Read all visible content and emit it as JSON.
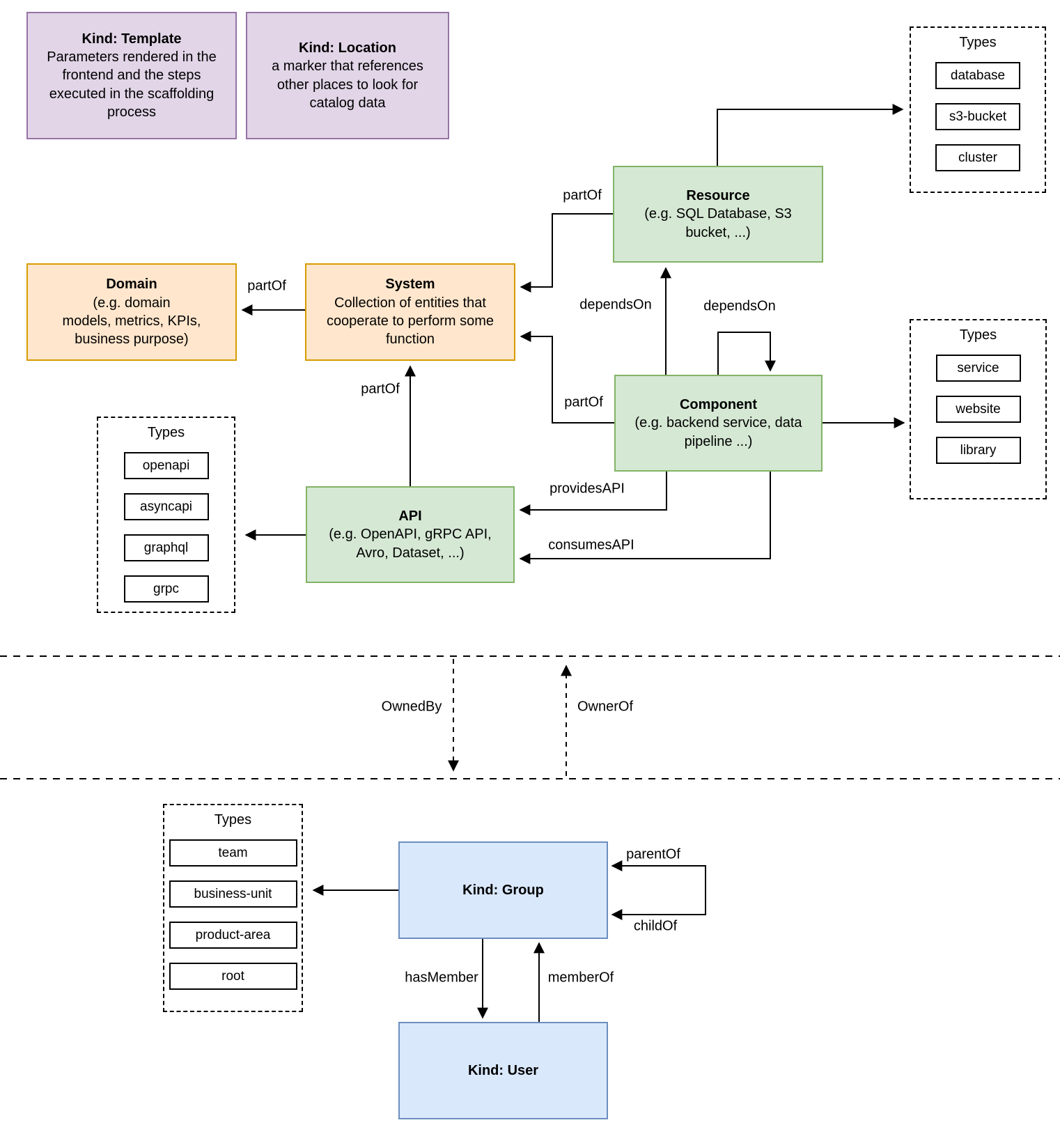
{
  "diagram": {
    "nodes": {
      "template": {
        "title": "Kind: Template",
        "lines": [
          "Parameters rendered in the",
          "frontend and the steps",
          "executed in  the scaffolding",
          "process"
        ]
      },
      "location": {
        "title": "Kind: Location",
        "lines": [
          "a marker that references",
          "other places to look for",
          "catalog data"
        ]
      },
      "resource": {
        "title": "Resource",
        "lines": [
          "(e.g. SQL Database, S3",
          "bucket, ...)"
        ]
      },
      "domain": {
        "title": "Domain",
        "lines": [
          "(e.g.  domain",
          "models, metrics, KPIs,",
          "business purpose)"
        ]
      },
      "system": {
        "title": "System",
        "lines": [
          "Collection of entities that",
          "cooperate to perform some",
          "function"
        ]
      },
      "component": {
        "title": "Component",
        "lines": [
          "(e.g. backend service, data",
          "pipeline ...)"
        ]
      },
      "api": {
        "title": "API",
        "lines": [
          "(e.g. OpenAPI, gRPC API,",
          "Avro, Dataset, ...)"
        ]
      },
      "group": {
        "title": "Kind: Group",
        "lines": []
      },
      "user": {
        "title": "Kind: User",
        "lines": []
      }
    },
    "type_groups": {
      "resource_types": {
        "title": "Types",
        "items": [
          "database",
          "s3-bucket",
          "cluster"
        ]
      },
      "component_types": {
        "title": "Types",
        "items": [
          "service",
          "website",
          "library"
        ]
      },
      "api_types": {
        "title": "Types",
        "items": [
          "openapi",
          "asyncapi",
          "graphql",
          "grpc"
        ]
      },
      "group_types": {
        "title": "Types",
        "items": [
          "team",
          "business-unit",
          "product-area",
          "root"
        ]
      }
    },
    "edge_labels": {
      "resource_partof": "partOf",
      "system_partof": "partOf",
      "component_partof": "partOf",
      "api_partof": "partOf",
      "dependson_resource": "dependsOn",
      "dependson_self": "dependsOn",
      "providesapi": "providesAPI",
      "consumesapi": "consumesAPI",
      "ownedby": "OwnedBy",
      "ownerof": "OwnerOf",
      "parentof": "parentOf",
      "childof": "childOf",
      "hasmember": "hasMember",
      "memberof": "memberOf"
    },
    "colors": {
      "purple_fill": "#E1D5E7",
      "purple_stroke": "#9673A6",
      "green_fill": "#D5E8D4",
      "green_stroke": "#82B366",
      "orange_fill": "#FFE6CC",
      "orange_stroke": "#D79B00",
      "blue_fill": "#DAE8FC",
      "blue_stroke": "#6C8EBF",
      "line": "#000000"
    }
  }
}
